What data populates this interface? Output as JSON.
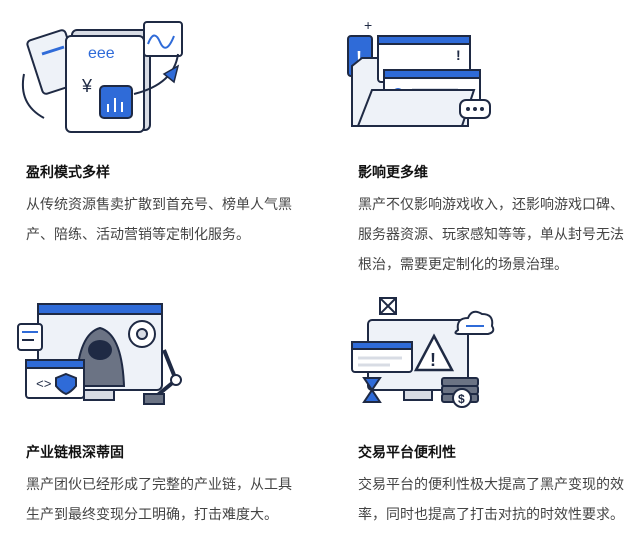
{
  "cards": [
    {
      "title": "盈利模式多样",
      "lines": [
        "从传统资源售卖扩散到首充号、榜单人气黑",
        "产、陪练、活动营销等定制化服务。"
      ]
    },
    {
      "title": "影响更多维",
      "lines": [
        "黑产不仅影响游戏收入，还影响游戏口碑、",
        "服务器资源、玩家感知等等，单从封号无法",
        "根治，需要更定制化的场景治理。"
      ]
    },
    {
      "title": "产业链根深蒂固",
      "lines": [
        "黑产团伙已经形成了完整的产业链，从工具",
        "生产到最终变现分工明确，打击难度大。"
      ]
    },
    {
      "title": "交易平台便利性",
      "lines": [
        "交易平台的便利性极大提高了黑产变现的效",
        "率，同时也提高了打击对抗的时效性要求。"
      ]
    }
  ],
  "colors": {
    "accent": "#2f6bd8",
    "outline": "#1f2a44",
    "panel": "#eef2f8",
    "grey": "#d8dce4"
  }
}
